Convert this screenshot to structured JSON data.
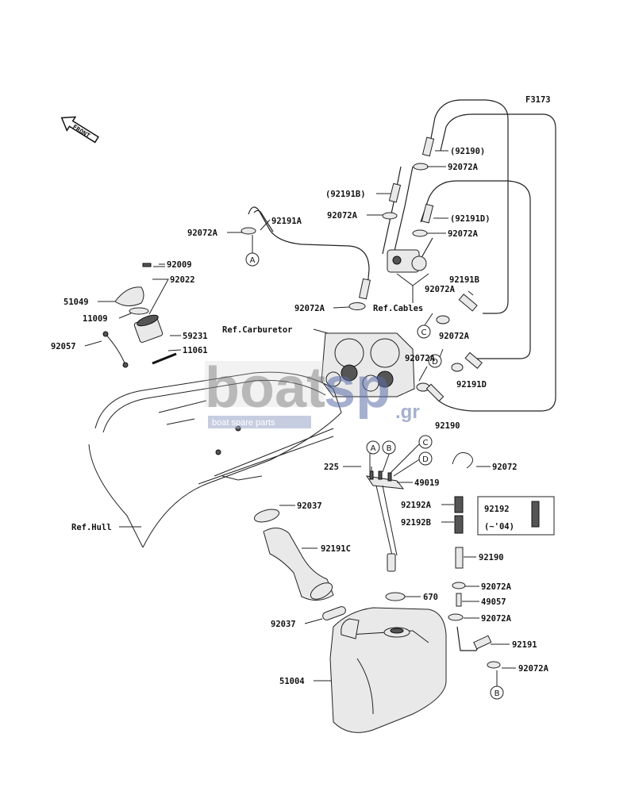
{
  "figure_code": "F3173",
  "front_label": "FRONT",
  "watermark": {
    "brand_left": "boat",
    "brand_right": "sp",
    "tld": ".gr",
    "tagline": "boat spare parts"
  },
  "callouts": {
    "c92190_top": "(92190)",
    "c92072A_1": "92072A",
    "c92191B_par": "(92191B)",
    "c92072A_2": "92072A",
    "c92191D_par": "(92191D)",
    "c92072A_3": "92072A",
    "c92191A": "92191A",
    "c92072A_4": "92072A",
    "c92009": "92009",
    "c92022": "92022",
    "c51049": "51049",
    "c11009": "11009",
    "c59231": "59231",
    "c92057": "92057",
    "c11061": "11061",
    "c92072A_5": "92072A",
    "ref_carb": "Ref.Carburetor",
    "ref_cables": "Ref.Cables",
    "c92072A_6": "92072A",
    "c92191B": "92191B",
    "c92072A_7": "92072A",
    "c92072A_8": "92072A",
    "c92191D": "92191D",
    "c92190_a": "92190",
    "c225": "225",
    "c49019": "49019",
    "c92072": "92072",
    "c92037_1": "92037",
    "c92192A": "92192A",
    "c92192B": "92192B",
    "c92192_box": "92192",
    "c04_box": "(~'04)",
    "ref_hull": "Ref.Hull",
    "c92191C": "92191C",
    "c92190_b": "92190",
    "c92072A_9": "92072A",
    "c670": "670",
    "c49057": "49057",
    "c92037_2": "92037",
    "c92072A_10": "92072A",
    "c92191": "92191",
    "c51004": "51004",
    "c92072A_11": "92072A"
  },
  "circle_refs": {
    "A": "A",
    "B": "B",
    "C": "C",
    "D": "D"
  }
}
